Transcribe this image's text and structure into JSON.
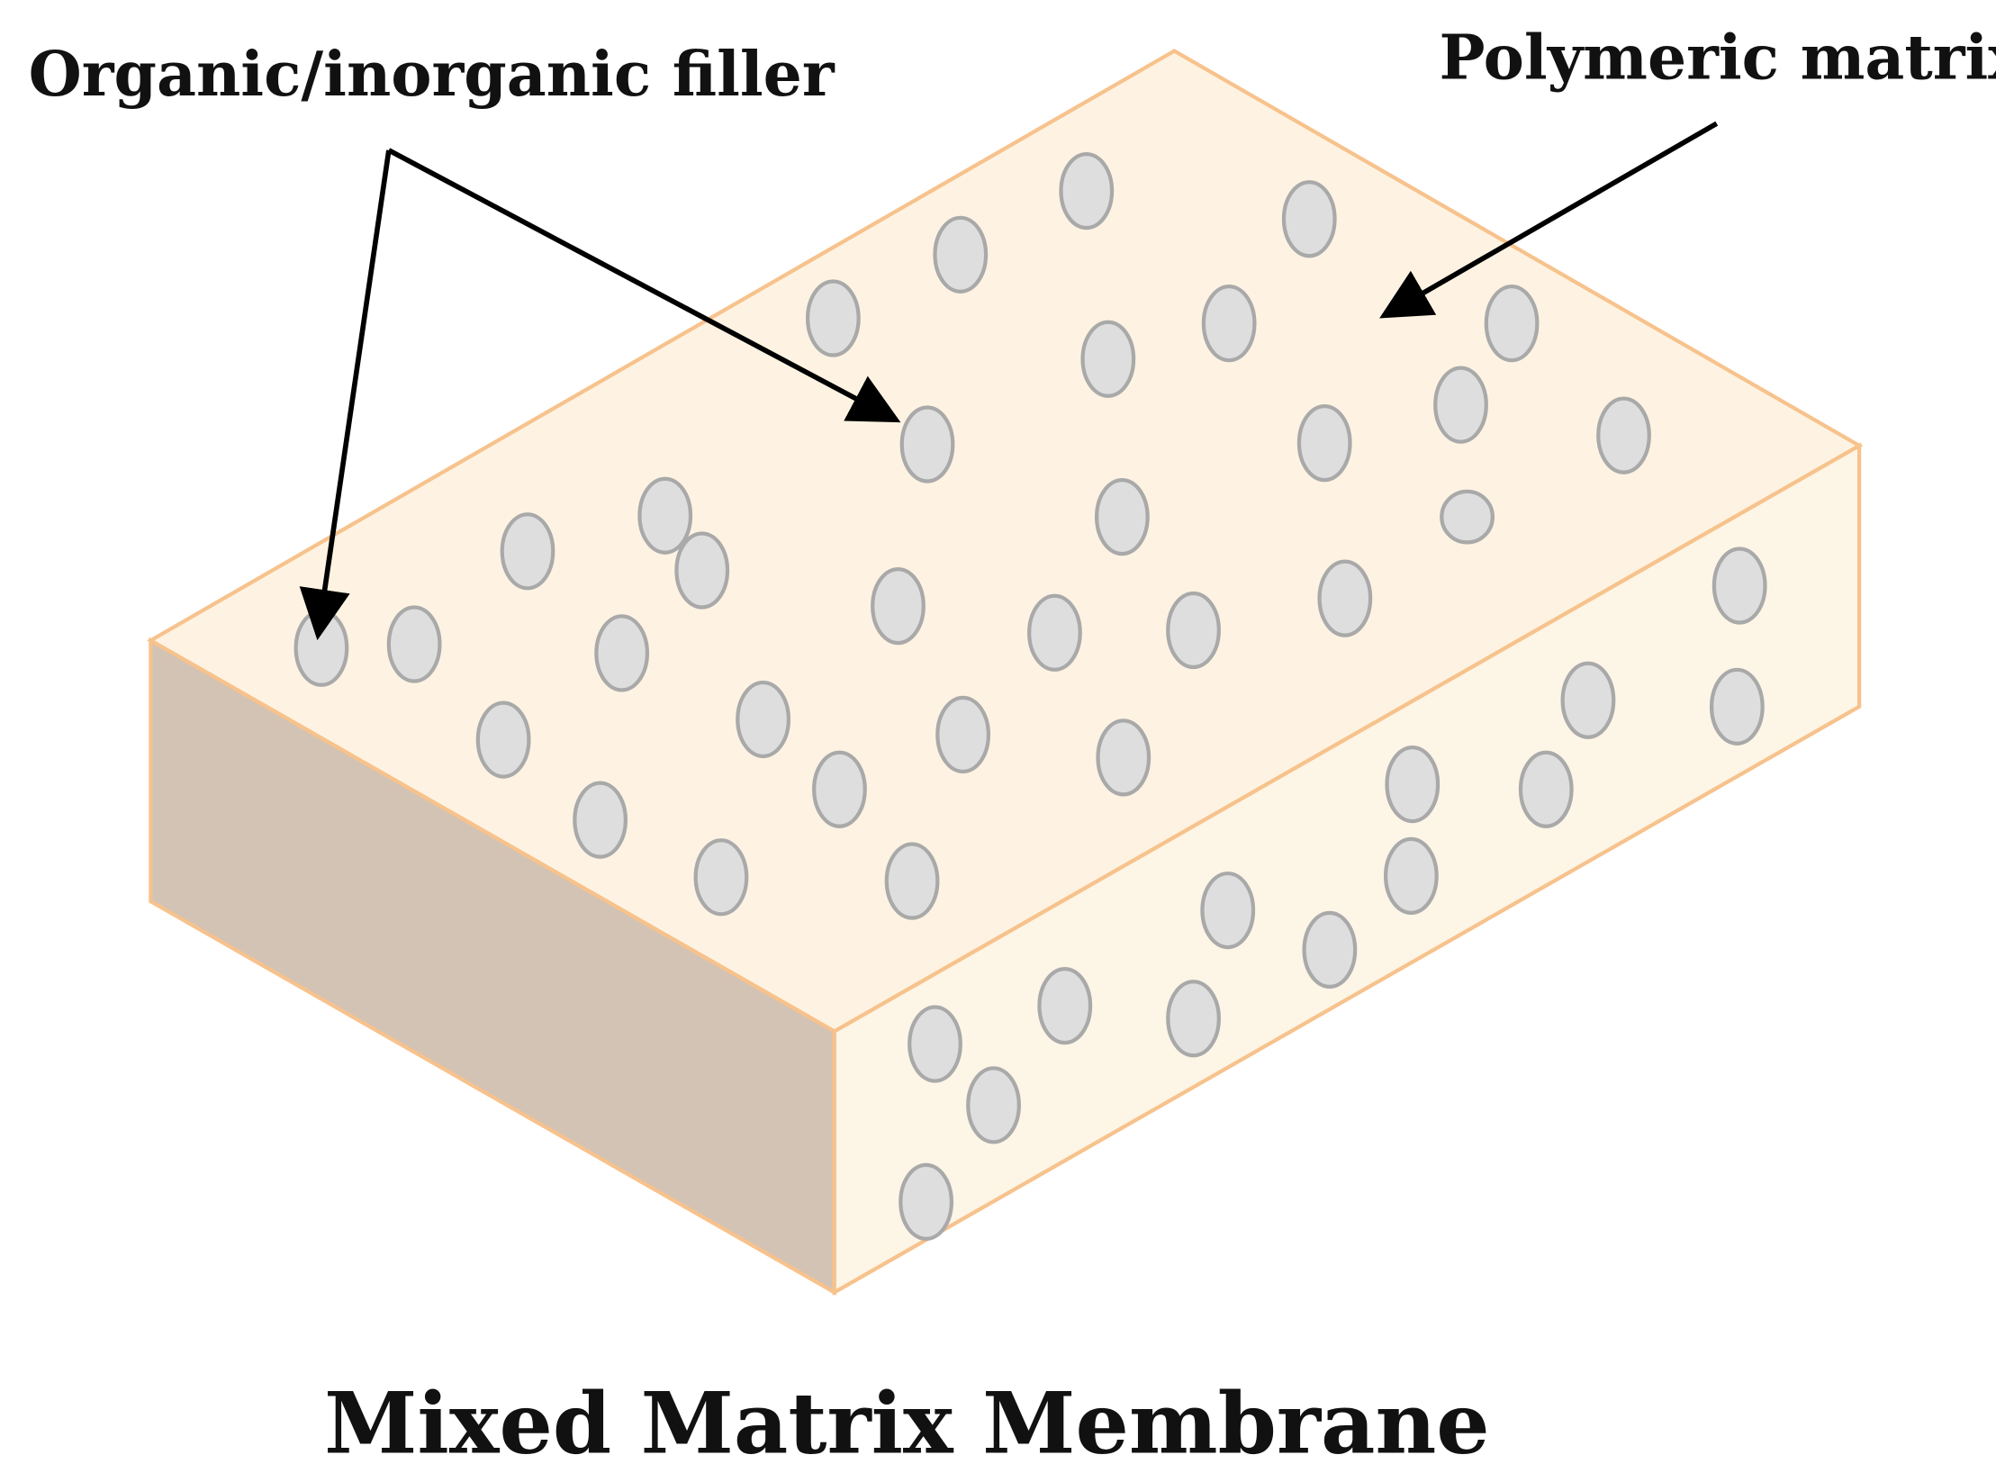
{
  "labels": {
    "filler": "Organic/inorganic filler",
    "matrix": "Polymeric matrix",
    "title": "Mixed Matrix Membrane"
  },
  "colors": {
    "top_face": "#fef3e2",
    "front_face": "#fdf5e6",
    "side_face": "#d3c3b5",
    "edge": "#f7c28c",
    "particle_fill": "#dedede",
    "particle_stroke": "#a9a9a9",
    "arrow": "#000000",
    "text": "#111111"
  }
}
